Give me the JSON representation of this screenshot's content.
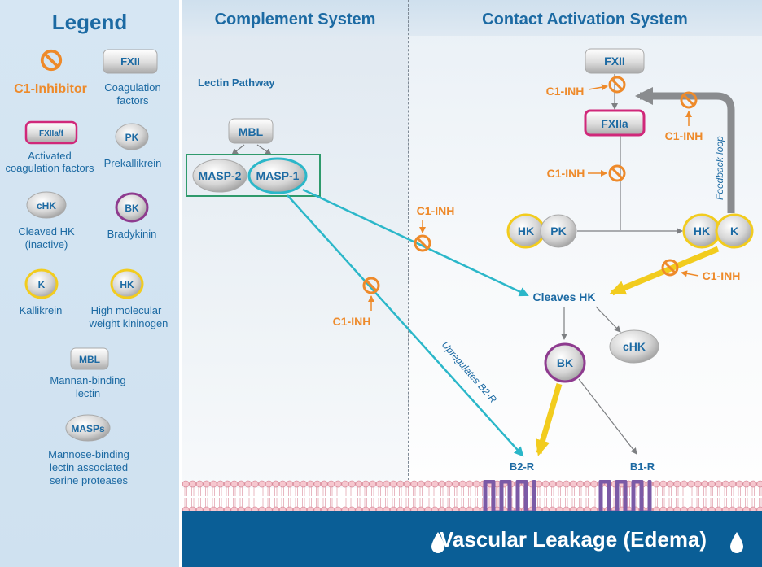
{
  "legend": {
    "title": "Legend",
    "inhibitor_label": "C1-Inhibitor",
    "fxii_chip": "FXII",
    "coag_label_1": "Coagulation",
    "coag_label_2": "factors",
    "fxiia_chip": "FXIIa/f",
    "activated_label_1": "Activated",
    "activated_label_2": "coagulation factors",
    "pk_chip": "PK",
    "prekallikrein_label": "Prekallikrein",
    "chk_chip": "cHK",
    "cleaved_label_1": "Cleaved HK",
    "cleaved_label_2": "(inactive)",
    "bk_chip": "BK",
    "bradykinin_label": "Bradykinin",
    "k_chip": "K",
    "kallikrein_label": "Kallikrein",
    "hk_chip": "HK",
    "hmwk_label_1": "High molecular",
    "hmwk_label_2": "weight kininogen",
    "mbl_chip": "MBL",
    "mbl_label_1": "Mannan-binding",
    "mbl_label_2": "lectin",
    "masps_chip": "MASPs",
    "masps_label_1": "Mannose-binding",
    "masps_label_2": "lectin associated",
    "masps_label_3": "serine proteases"
  },
  "complement": {
    "title": "Complement System",
    "lectin_pathway": "Lectin Pathway",
    "mbl": "MBL",
    "masp2": "MASP-2",
    "masp1": "MASP-1",
    "c1inh": "C1-INH"
  },
  "contact": {
    "title": "Contact Activation System",
    "fxii": "FXII",
    "fxiia": "FXIIa",
    "c1inh_1": "C1-INH",
    "c1inh_2": "C1-INH",
    "c1inh_3": "C1-INH",
    "c1inh_4": "C1-INH",
    "c1inh_5": "C1-INH",
    "feedback_loop": "Feedback loop",
    "hk_left": "HK",
    "pk": "PK",
    "hk_right": "HK",
    "k": "K",
    "cleaves_hk": "Cleaves HK",
    "chk": "cHK",
    "bk": "BK",
    "upregulates": "Upregulates B2-R",
    "b2r": "B2-R",
    "b1r": "B1-R"
  },
  "bottom": {
    "edema": "Vascular Leakage (Edema)"
  },
  "colors": {
    "title_blue": "#1c6aa3",
    "inhibitor_orange": "#ee8a2a",
    "teal_arrow": "#2bb7c9",
    "yellow_arrow": "#f2cc1e",
    "feedback_gray": "#8a8c8f",
    "bk_purple": "#8e3b8f",
    "fxiia_pink": "#d0287a",
    "membrane_purple": "#7b5aa6",
    "edema_band": "#0a5e96"
  }
}
